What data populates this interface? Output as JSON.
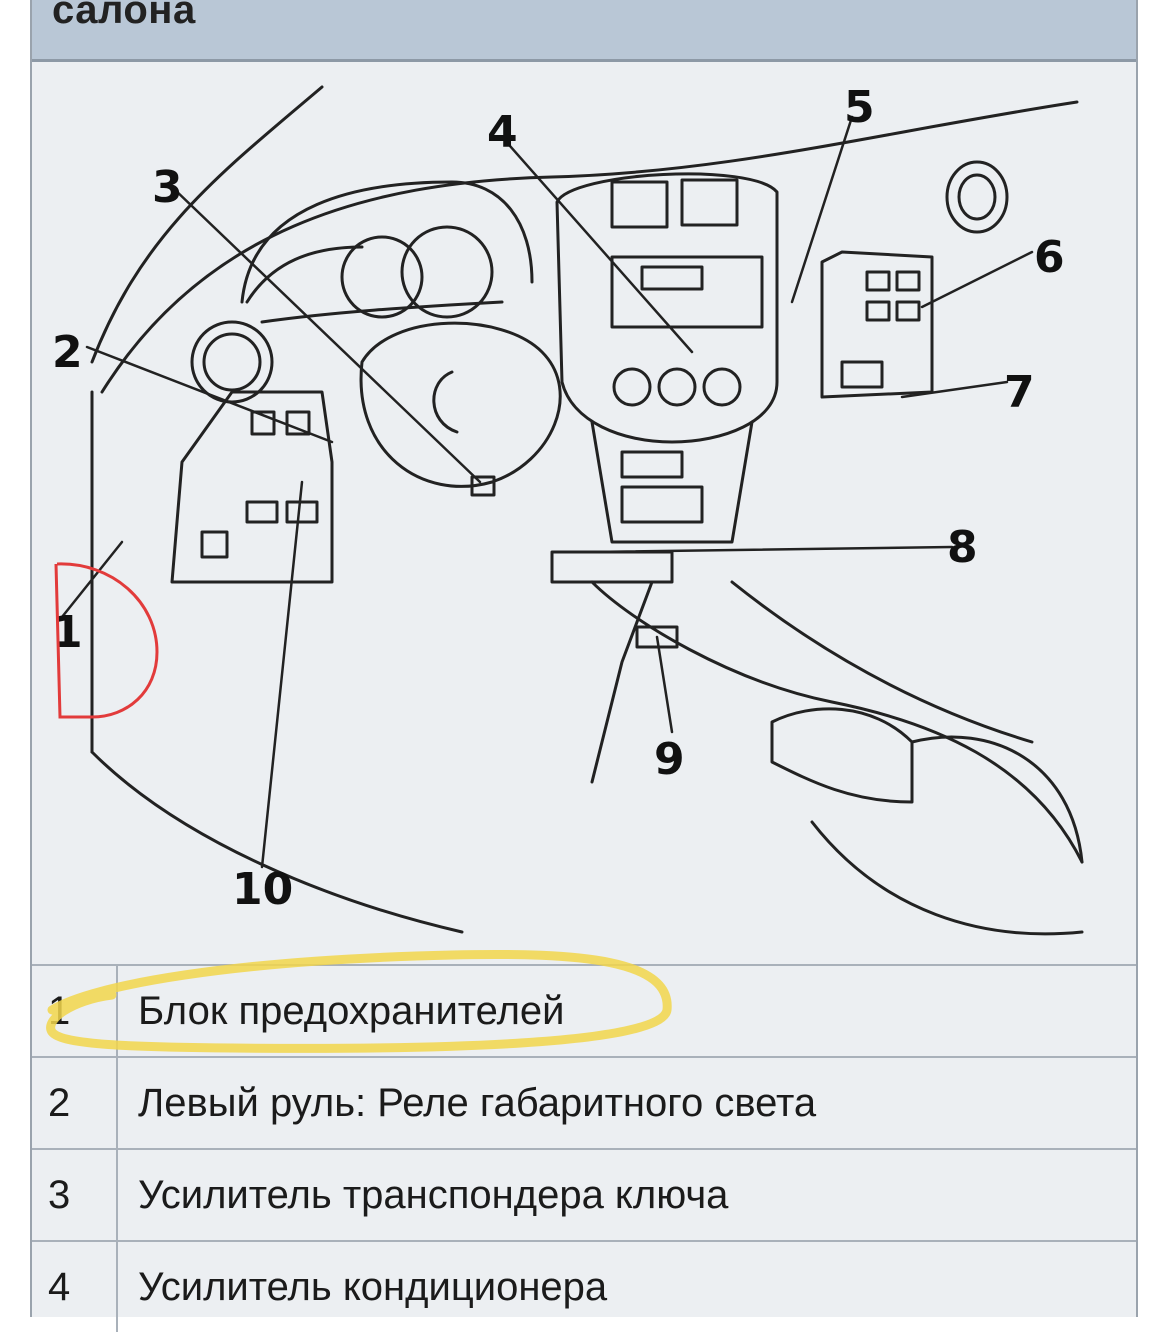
{
  "section": {
    "title": "салона"
  },
  "diagram": {
    "callouts": [
      "1",
      "2",
      "3",
      "4",
      "5",
      "6",
      "7",
      "8",
      "9",
      "10"
    ]
  },
  "legend": {
    "rows": [
      {
        "num": "1",
        "text": "Блок предохранителей"
      },
      {
        "num": "2",
        "text": "Левый руль: Реле габаритного света"
      },
      {
        "num": "3",
        "text": "Усилитель транспондера ключа"
      },
      {
        "num": "4",
        "text": "Усилитель кондиционера"
      }
    ]
  },
  "annotations": {
    "red_circle_color": "#e23b3b",
    "yellow_highlight_color": "#f2d64b"
  }
}
